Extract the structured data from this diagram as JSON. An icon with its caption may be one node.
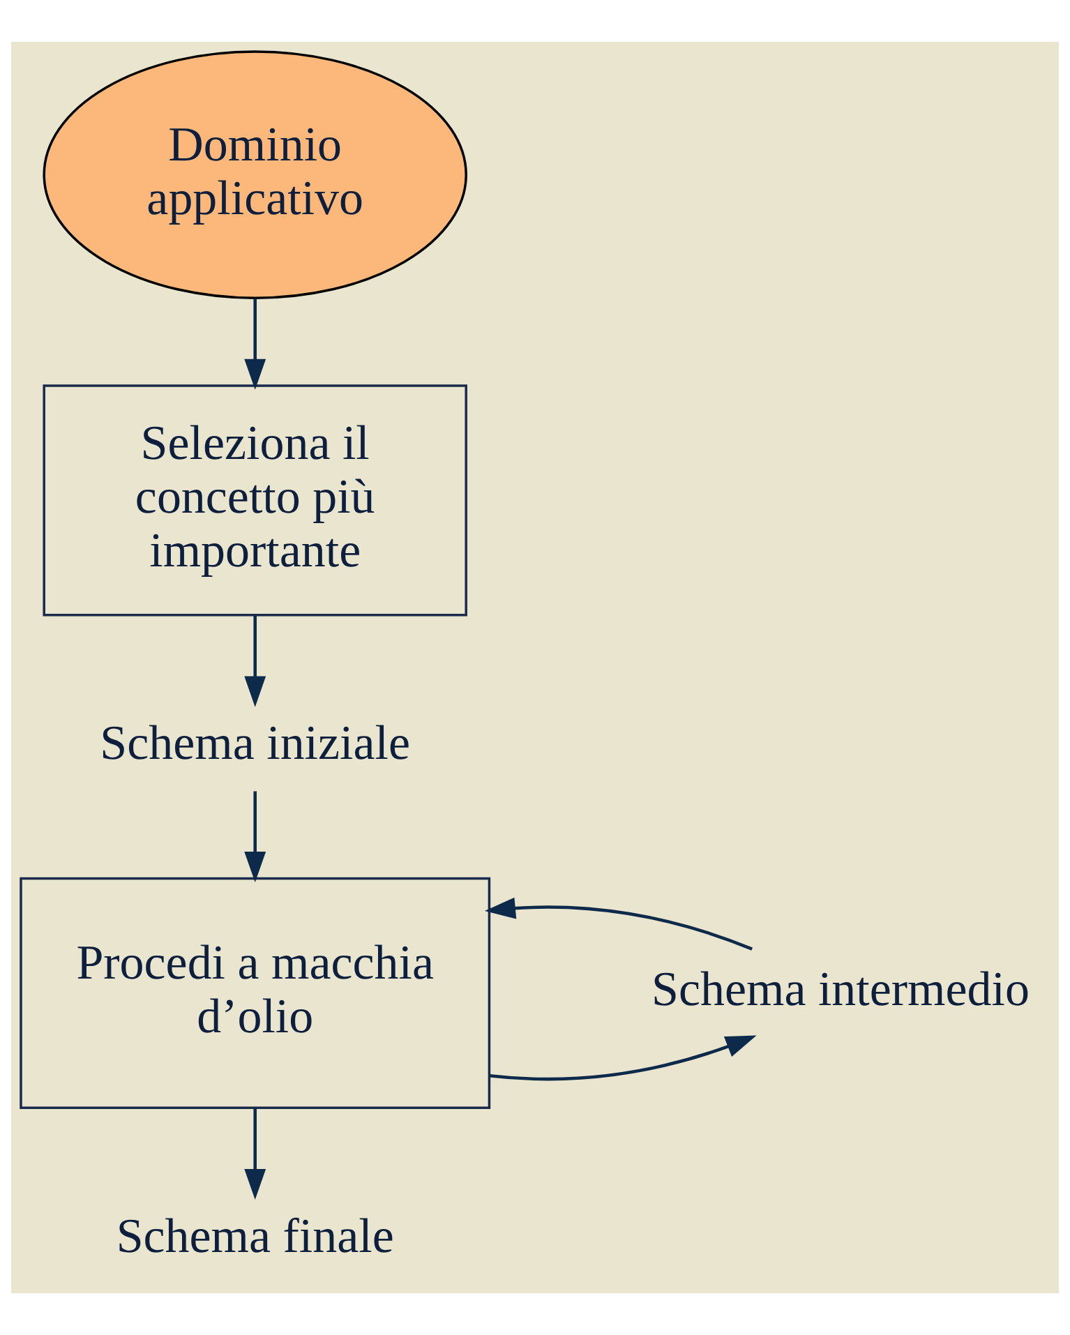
{
  "diagram": {
    "nodes": [
      {
        "text": [
          "Dominio applicativo"
        ]
      },
      {
        "text": [
          "Seleziona il concetto più importante"
        ]
      },
      {
        "text": [
          "Schema iniziale"
        ]
      },
      {
        "text": [
          "Procedi a macchia d’olio"
        ]
      },
      {
        "text": [
          "Schema intermedio"
        ]
      },
      {
        "text": [
          "Schema finale"
        ]
      }
    ],
    "edges": [
      {
        "from": 0,
        "to": 1,
        "arrow": "to"
      },
      {
        "from": 1,
        "to": 2,
        "arrow": "to"
      },
      {
        "from": 2,
        "to": 3,
        "arrow": "to"
      },
      {
        "from": 3,
        "to": 4,
        "arrow": "to"
      },
      {
        "from": 4,
        "to": 3,
        "arrow": "to"
      },
      {
        "from": 3,
        "to": 5,
        "arrow": "to"
      }
    ]
  }
}
